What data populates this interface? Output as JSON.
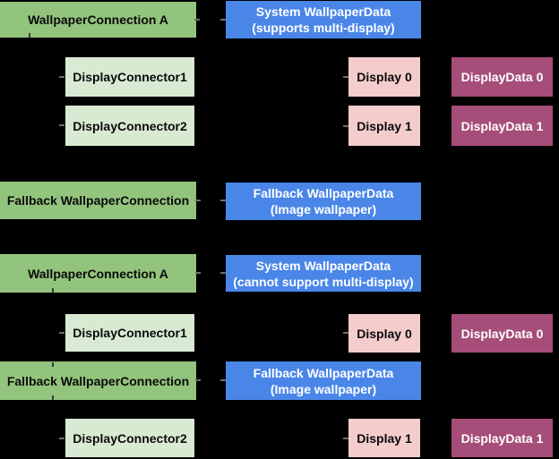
{
  "diagram": {
    "background": "#000000",
    "palette": {
      "connection_green": "#93c47d",
      "connector_light_green": "#d9ead3",
      "wallpaper_data_blue": "#4a86e8",
      "display_pink": "#f4cccc",
      "display_data_maroon": "#a64d79",
      "text_dark": "#000000",
      "text_light": "#ffffff"
    }
  },
  "nodes": [
    {
      "label": "WallpaperConnection A"
    },
    {
      "label": "System WallpaperData",
      "label2": "(supports multi-display)"
    },
    {
      "label": "DisplayConnector1"
    },
    {
      "label": "Display 0"
    },
    {
      "label": "DisplayData 0"
    },
    {
      "label": "DisplayConnector2"
    },
    {
      "label": "Display 1"
    },
    {
      "label": "DisplayData 1"
    },
    {
      "label": "Fallback WallpaperConnection"
    },
    {
      "label": "Fallback WallpaperData",
      "label2": "(Image wallpaper)"
    },
    {
      "label": "WallpaperConnection A"
    },
    {
      "label": "System WallpaperData",
      "label2": "(cannot support multi-display)"
    },
    {
      "label": "DisplayConnector1"
    },
    {
      "label": "Display 0"
    },
    {
      "label": "DisplayData 0"
    },
    {
      "label": "Fallback WallpaperConnection"
    },
    {
      "label": "Fallback WallpaperData",
      "label2": "(Image wallpaper)"
    },
    {
      "label": "DisplayConnector2"
    },
    {
      "label": "Display 1"
    },
    {
      "label": "DisplayData 1"
    }
  ]
}
